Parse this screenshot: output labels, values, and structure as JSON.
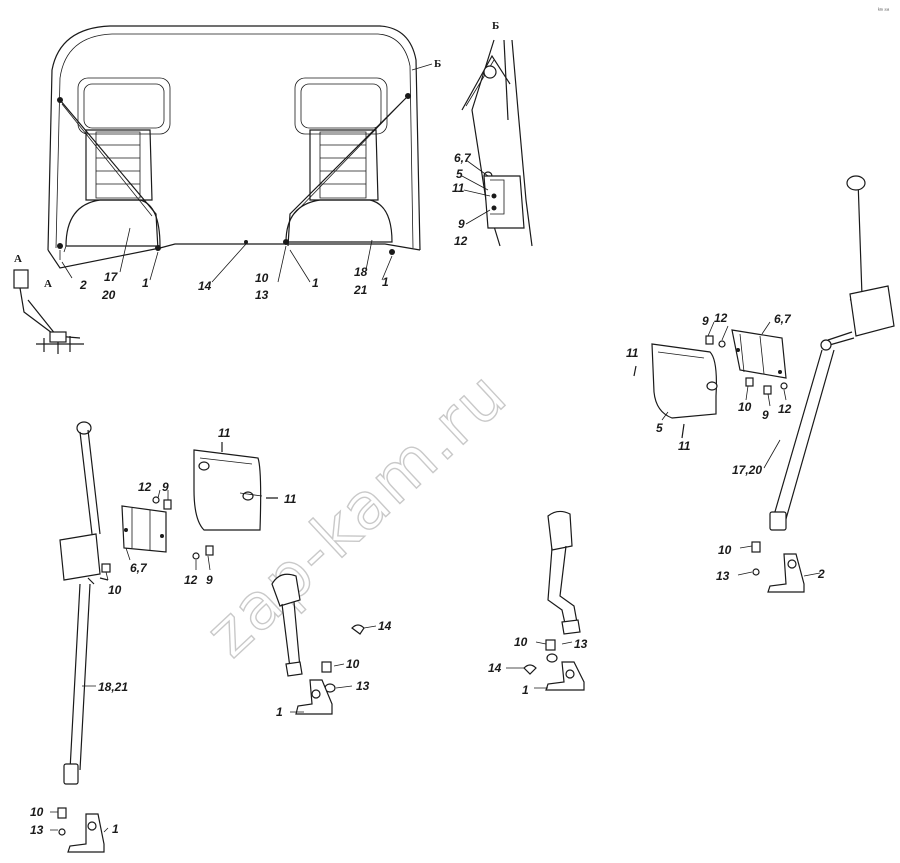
{
  "corner_mark": "ᵏᵐ ᵃᵃᵃ",
  "watermark": "zap-kam.ru",
  "view_letters": {
    "A": "А",
    "B": "Б"
  },
  "labels": {
    "cab_2": "2",
    "cab_17": "17",
    "cab_20": "20",
    "cab_1a": "1",
    "cab_14": "14",
    "cab_10": "10",
    "cab_13": "13",
    "cab_1b": "1",
    "cab_18": "18",
    "cab_21": "21",
    "cab_1c": "1",
    "b_67": "6,7",
    "b_5": "5",
    "b_11": "11",
    "b_9": "9",
    "b_12": "12",
    "r_9": "9",
    "r_12a": "12",
    "r_67": "6,7",
    "r_11a": "11",
    "r_10": "10",
    "r_9b": "9",
    "r_12b": "12",
    "r_5": "5",
    "r_11b": "11",
    "r_1720": "17,20",
    "r_10b": "10",
    "r_13": "13",
    "r_2": "2",
    "l_11a": "11",
    "l_11b": "11",
    "l_12a": "12",
    "l_9a": "9",
    "l_67": "6,7",
    "l_10": "10",
    "l_12b": "12",
    "l_9b": "9",
    "l_1821": "18,21",
    "l_10b": "10",
    "l_13": "13",
    "l_1": "1",
    "m_14": "14",
    "m_10": "10",
    "m_13": "13",
    "m_1": "1",
    "c_10": "10",
    "c_13": "13",
    "c_14": "14",
    "c_1": "1"
  }
}
